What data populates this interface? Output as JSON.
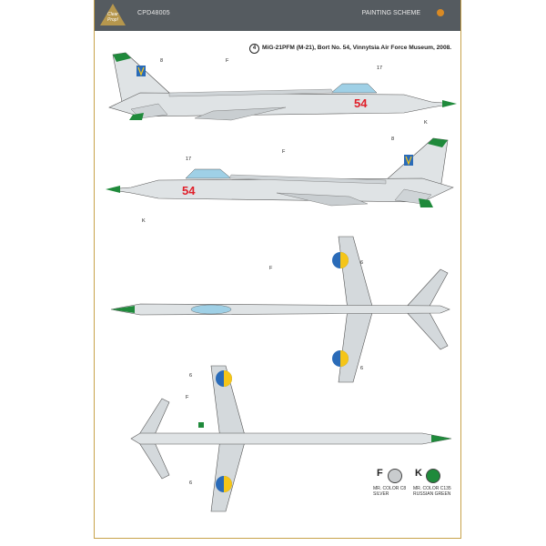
{
  "header": {
    "code": "CPD48005",
    "section": "PAINTING SCHEME",
    "logo_text": "Clear Prop!"
  },
  "scheme": {
    "number": "4",
    "title": "MiG-21PFM (M-21), Bort No. 54, Vinnytsia Air Force Museum, 2008."
  },
  "markings": {
    "bort_number": "54",
    "callout_17": "17",
    "callout_8": "8",
    "callout_6": "6",
    "callout_f": "F",
    "callout_k": "K"
  },
  "legend": {
    "f": {
      "letter": "F",
      "line1": "MR. COLOR C8",
      "line2": "SILVER",
      "color": "#c9ccce"
    },
    "k": {
      "letter": "K",
      "line1": "MR. COLOR C135",
      "line2": "RUSSIAN GREEN",
      "color": "#1f8a3b"
    }
  },
  "colors": {
    "silver": "#dfe3e5",
    "green": "#1f8a3b",
    "red": "#e0202a",
    "roundel_yellow": "#f5c518",
    "roundel_blue": "#2a6bb8",
    "canopy": "#9fd0e6",
    "frame": "#c8a24a"
  }
}
